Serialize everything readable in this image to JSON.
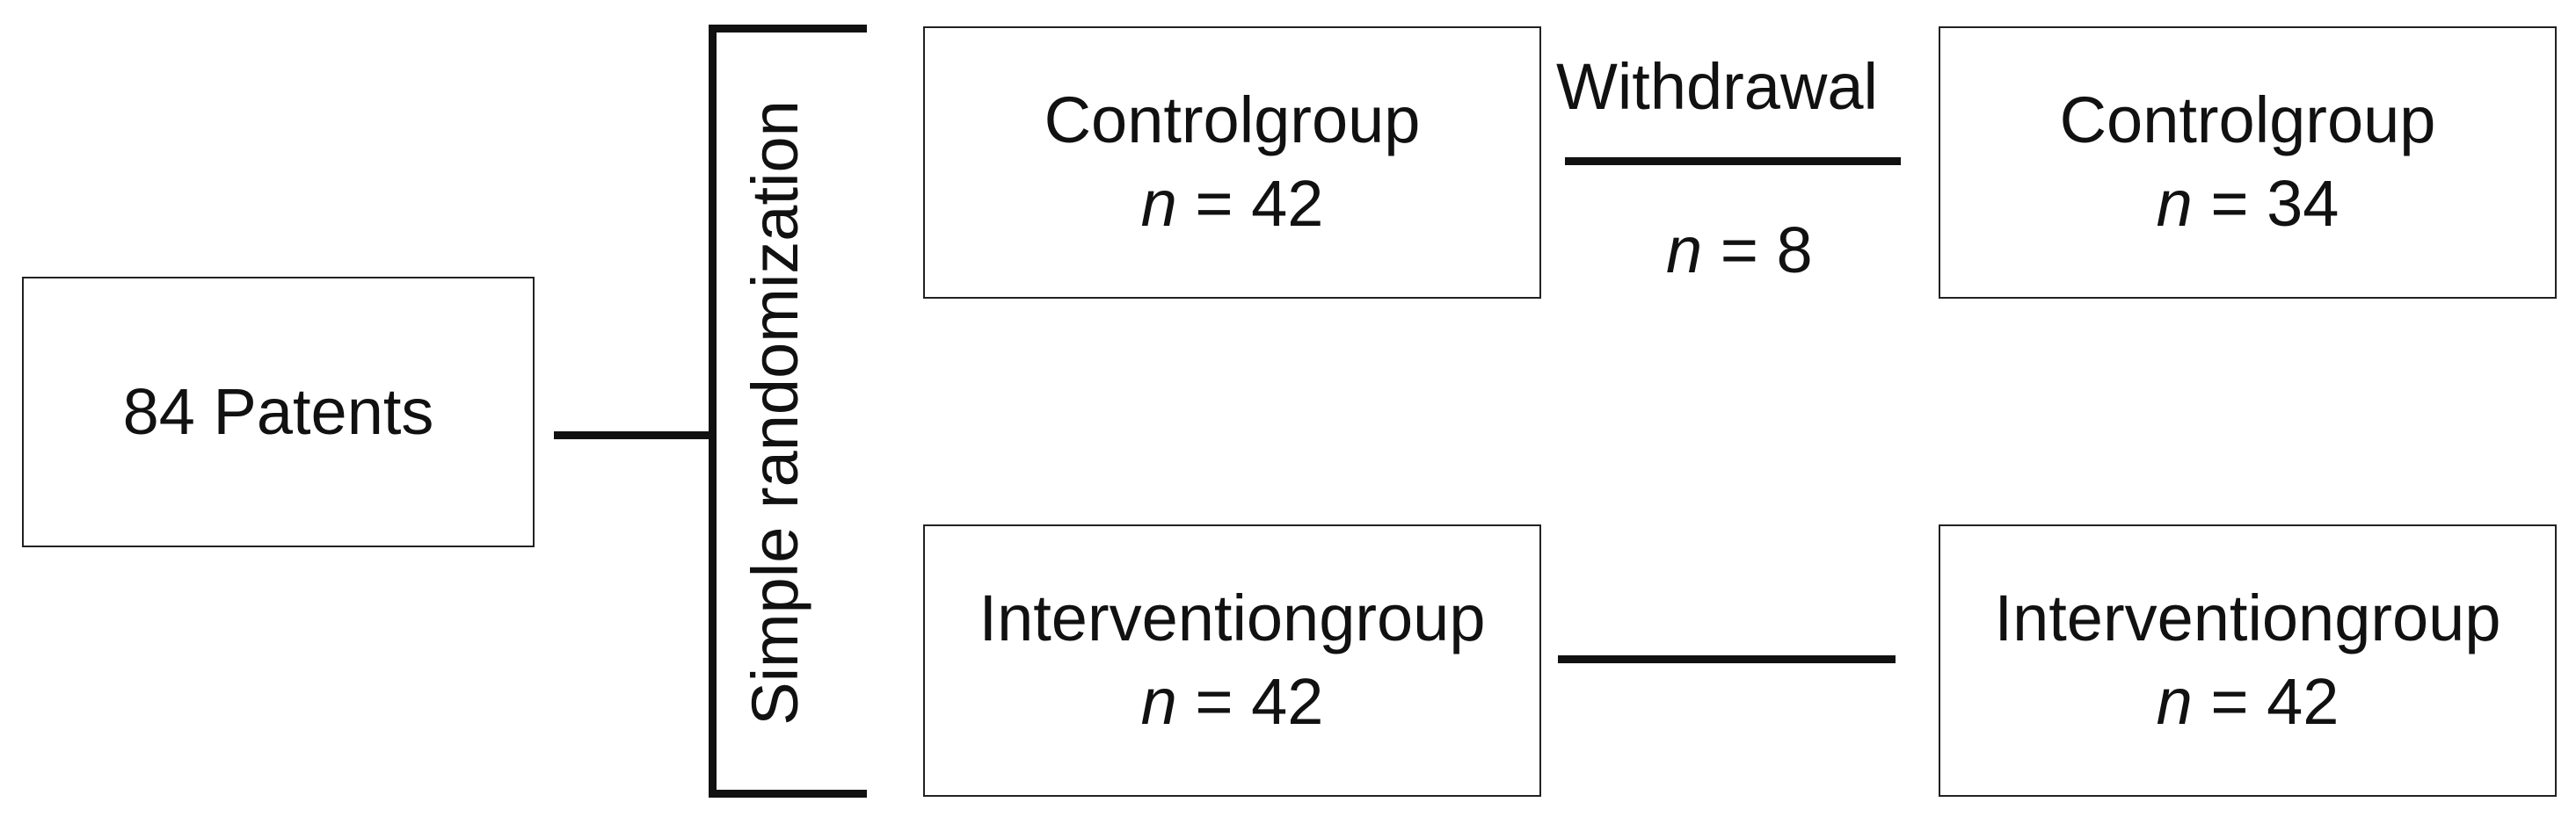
{
  "start": {
    "label": "84 Patents"
  },
  "randomization": {
    "label": "Simple randomization"
  },
  "arms": [
    {
      "initial": {
        "name": "Controlgroup",
        "n_symbol": "n",
        "n_equals": "= 42"
      },
      "final": {
        "name": "Controlgroup",
        "n_symbol": "n",
        "n_equals": "= 34"
      },
      "withdrawal": {
        "label": "Withdrawal",
        "n_symbol": "n",
        "n_equals": "= 8"
      }
    },
    {
      "initial": {
        "name": "Interventiongroup",
        "n_symbol": "n",
        "n_equals": "= 42"
      },
      "final": {
        "name": "Interventiongroup",
        "n_symbol": "n",
        "n_equals": "= 42"
      }
    }
  ]
}
